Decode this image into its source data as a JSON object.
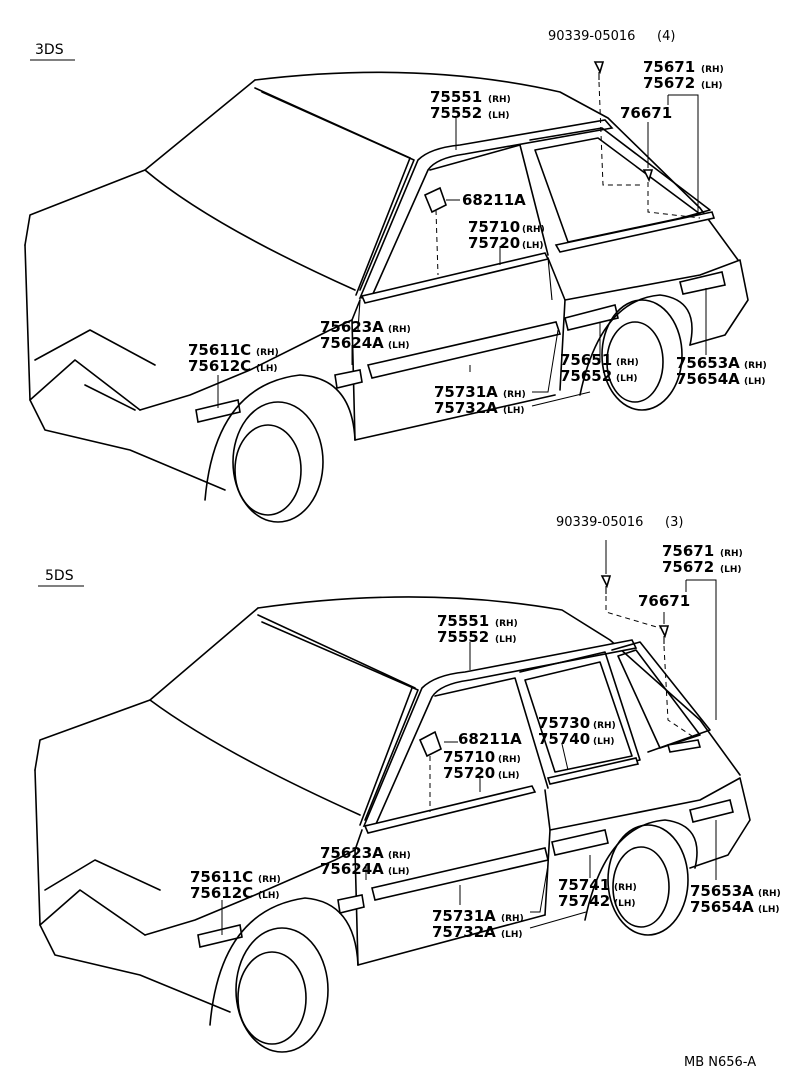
{
  "diagram_ref": "MB N656-A",
  "top": {
    "section": "3DS",
    "clip": "90339-05016",
    "clip_qty": "(4)",
    "labels": {
      "p75671": "75671",
      "p75672": "75672",
      "p76671": "76671",
      "p75551": "75551",
      "p75552": "75552",
      "p68211": "68211A",
      "p75710": "75710",
      "p75720": "75720",
      "p75623": "75623A",
      "p75624": "75624A",
      "p75611": "75611C",
      "p75612": "75612C",
      "p75651": "75651",
      "p75652": "75652",
      "p75653": "75653A",
      "p75654": "75654A",
      "p75731": "75731A",
      "p75732": "75732A"
    }
  },
  "bottom": {
    "section": "5DS",
    "clip": "90339-05016",
    "clip_qty": "(3)",
    "labels": {
      "p75671": "75671",
      "p75672": "75672",
      "p76671": "76671",
      "p75551": "75551",
      "p75552": "75552",
      "p68211": "68211A",
      "p75730": "75730",
      "p75740": "75740",
      "p75710": "75710",
      "p75720": "75720",
      "p75623": "75623A",
      "p75624": "75624A",
      "p75611": "75611C",
      "p75612": "75612C",
      "p75741": "75741",
      "p75742": "75742",
      "p75653": "75653A",
      "p75654": "75654A",
      "p75731": "75731A",
      "p75732": "75732A"
    }
  },
  "suffix": {
    "rh": "(RH)",
    "lh": "(LH)"
  }
}
